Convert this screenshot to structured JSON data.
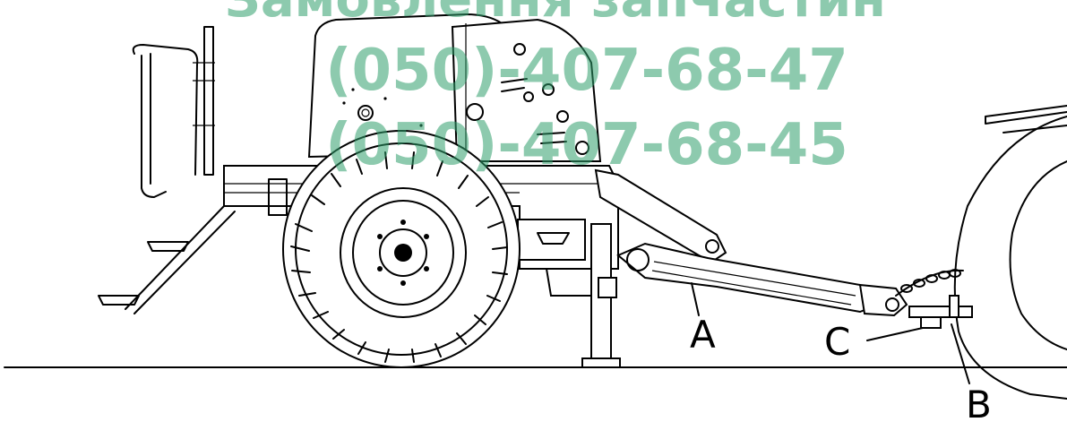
{
  "watermark": {
    "line1": "Замовлення запчастин",
    "line2": "(050)-407-68-47",
    "line3": "(050)-407-68-45",
    "color": "#2f9e6b"
  },
  "callouts": {
    "a": "A",
    "b": "B",
    "c": "C"
  }
}
